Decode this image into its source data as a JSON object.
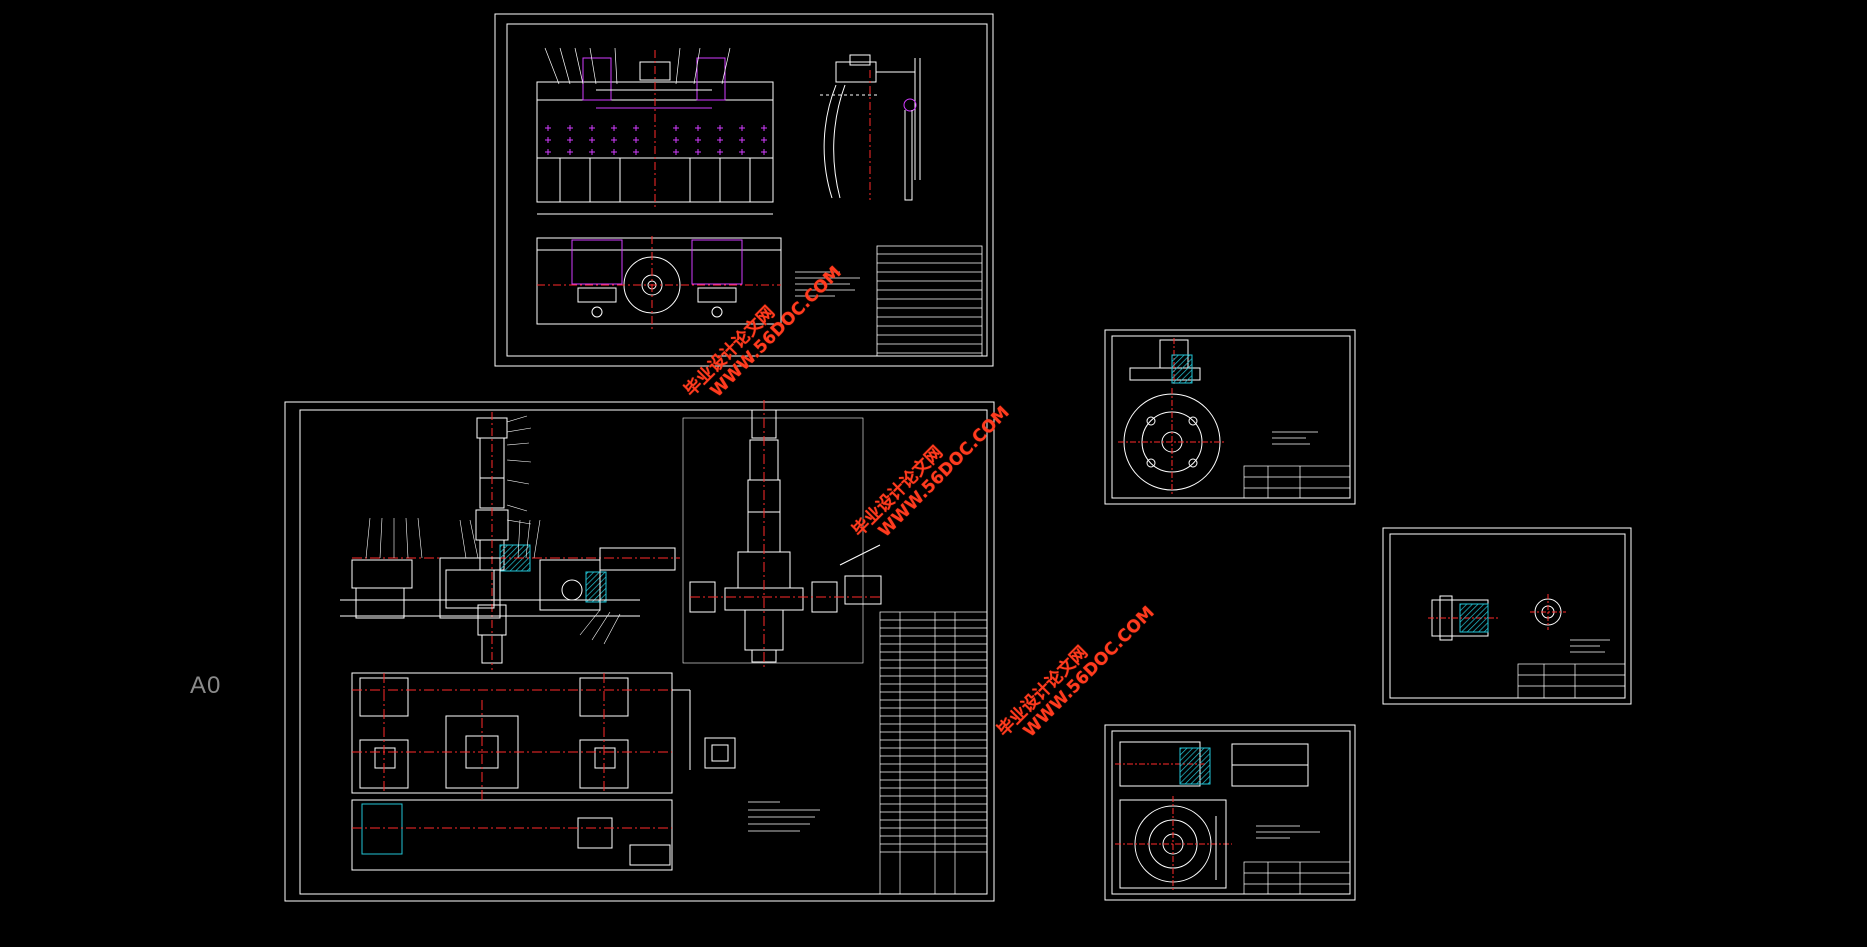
{
  "sheet_size_label": "A0",
  "watermarks": [
    {
      "cn": "毕业设计论文网",
      "url": "WWW.56DOC.COM"
    },
    {
      "cn": "毕业设计论文网",
      "url": "WWW.56DOC.COM"
    },
    {
      "cn": "毕业设计论文网",
      "url": "WWW.56DOC.COM"
    }
  ],
  "colors": {
    "background": "#000000",
    "line_white": "#ffffff",
    "center_red": "#ff2a2a",
    "dim_magenta": "#d23cff",
    "section_cyan": "#22c5d6",
    "watermark_red": "#ff3b1f"
  }
}
